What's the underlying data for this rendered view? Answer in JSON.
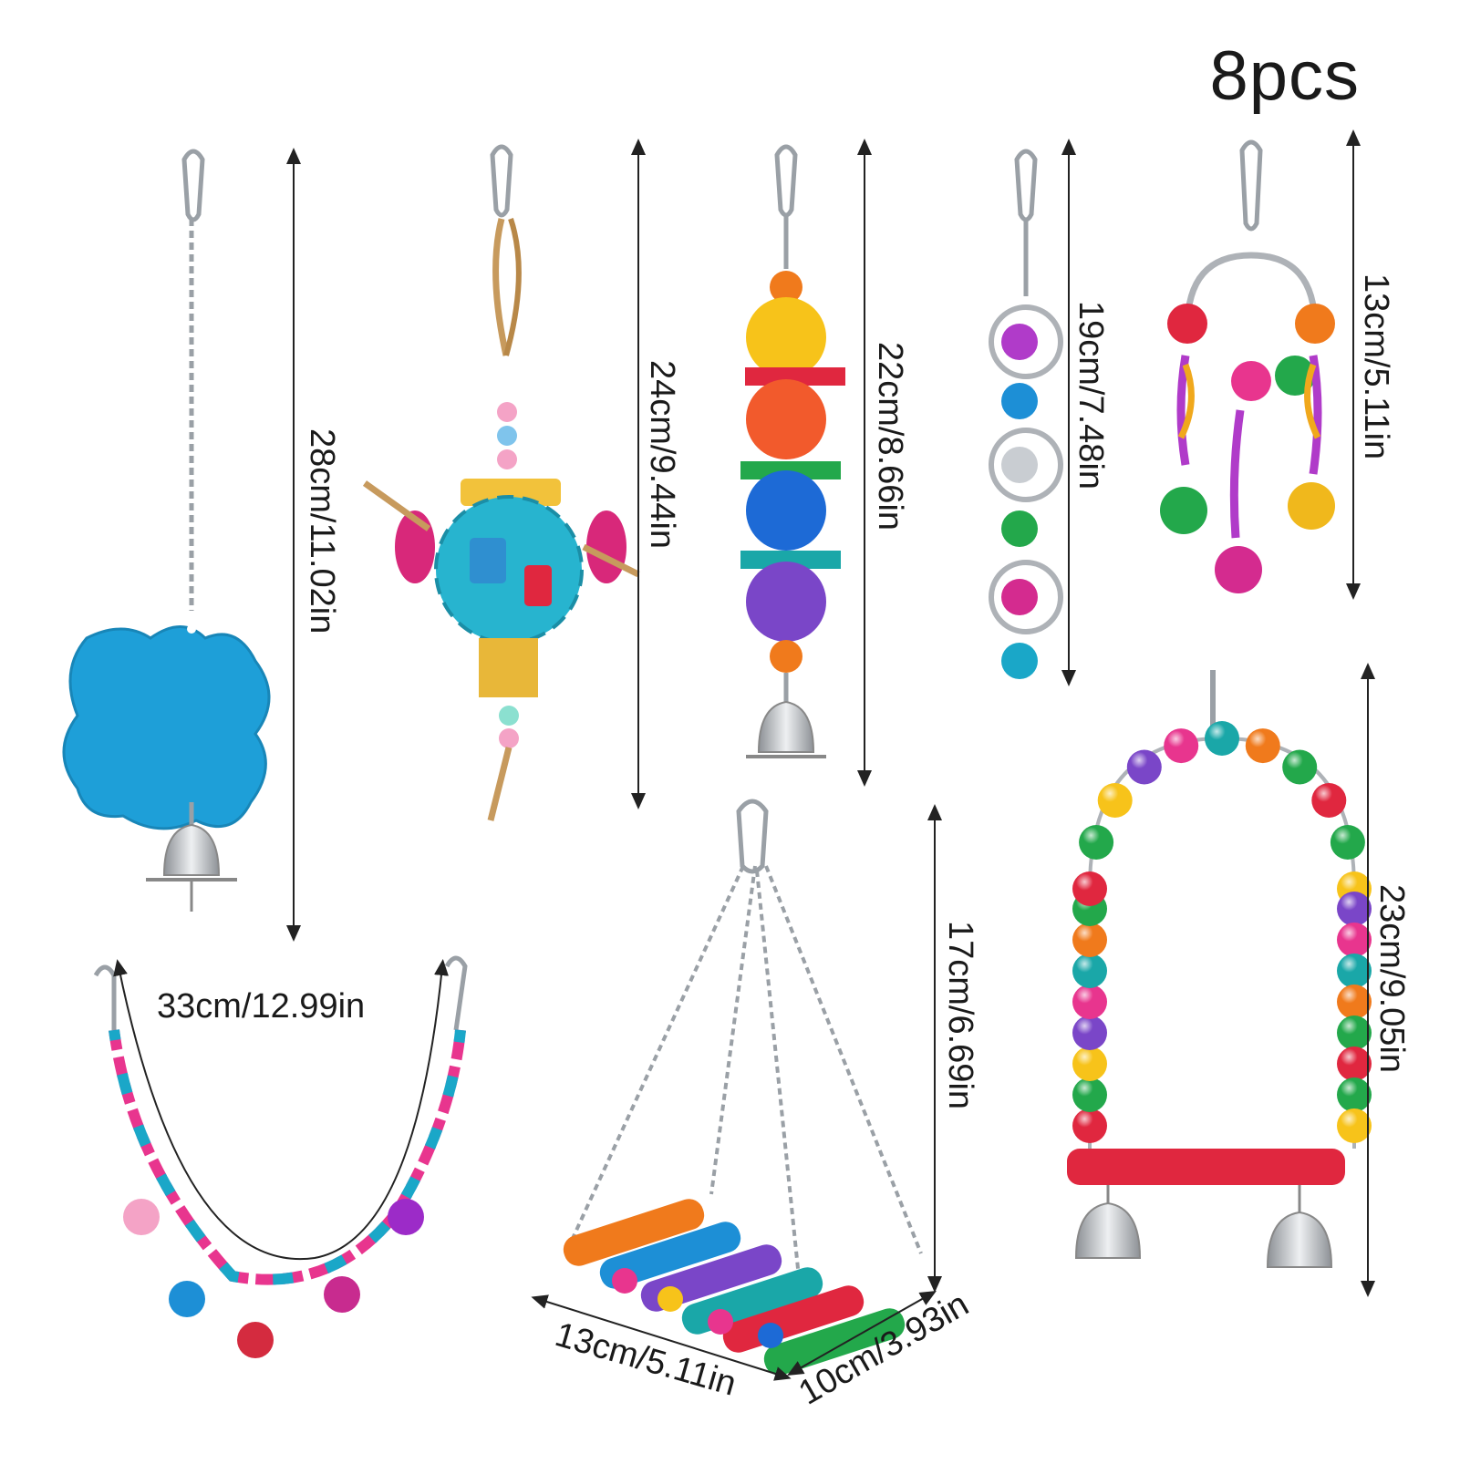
{
  "title": "8pcs",
  "colors": {
    "mirror_blue": "#1e9fd8",
    "bead_red": "#e0273f",
    "bead_orange": "#f07a1c",
    "bead_yellow": "#f7c31a",
    "bead_green": "#23a84b",
    "bead_blue": "#1d6ad6",
    "bead_purple": "#7a46c8",
    "bead_pink": "#e8358e",
    "bead_teal": "#1aa7a8",
    "metal": "#b9bcc1"
  },
  "items": [
    {
      "name": "mirror-toy",
      "dimension": "28cm/11.02in"
    },
    {
      "name": "rattan-ball-toy",
      "dimension": "24cm/9.44in"
    },
    {
      "name": "rattan-stack-toy",
      "dimension": "22cm/8.66in"
    },
    {
      "name": "bell-ring-toy",
      "dimension": "19cm/7.48in"
    },
    {
      "name": "hanging-bells-toy",
      "dimension": "13cm/5.11in"
    },
    {
      "name": "chain-bridge-toy",
      "dimension": "33cm/12.99in"
    },
    {
      "name": "ladder-swing-toy",
      "width": "13cm/5.11in",
      "depth": "10cm/3.93in",
      "height": "17cm/6.69in"
    },
    {
      "name": "bead-arch-swing",
      "dimension": "23cm/9.05in"
    }
  ]
}
